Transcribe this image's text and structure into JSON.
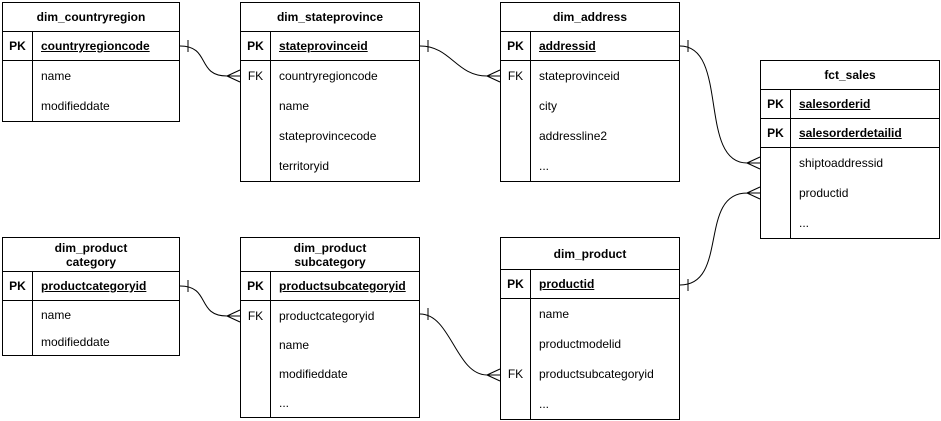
{
  "colors": {
    "border": "#000000",
    "background": "#ffffff",
    "text": "#000000"
  },
  "tables": {
    "countryregion": {
      "title": "dim_countryregion",
      "rows": [
        {
          "key": "PK",
          "field": "countryregioncode"
        },
        {
          "key": "",
          "field": "name"
        },
        {
          "key": "",
          "field": "modifieddate"
        }
      ]
    },
    "stateprovince": {
      "title": "dim_stateprovince",
      "rows": [
        {
          "key": "PK",
          "field": "stateprovinceid"
        },
        {
          "key": "FK",
          "field": "countryregioncode"
        },
        {
          "key": "",
          "field": "name"
        },
        {
          "key": "",
          "field": "stateprovincecode"
        },
        {
          "key": "",
          "field": "territoryid"
        }
      ]
    },
    "address": {
      "title": "dim_address",
      "rows": [
        {
          "key": "PK",
          "field": "addressid"
        },
        {
          "key": "FK",
          "field": "stateprovinceid"
        },
        {
          "key": "",
          "field": "city"
        },
        {
          "key": "",
          "field": "addressline2"
        },
        {
          "key": "",
          "field": "..."
        }
      ]
    },
    "fct_sales": {
      "title": "fct_sales",
      "rows": [
        {
          "key": "PK",
          "field": "salesorderid"
        },
        {
          "key": "PK",
          "field": "salesorderdetailid"
        },
        {
          "key": "",
          "field": "shiptoaddressid"
        },
        {
          "key": "",
          "field": "productid"
        },
        {
          "key": "",
          "field": "..."
        }
      ]
    },
    "product_category": {
      "title_line1": "dim_product",
      "title_line2": "category",
      "rows": [
        {
          "key": "PK",
          "field": "productcategoryid"
        },
        {
          "key": "",
          "field": "name"
        },
        {
          "key": "",
          "field": "modifieddate"
        }
      ]
    },
    "product_subcategory": {
      "title_line1": "dim_product",
      "title_line2": "subcategory",
      "rows": [
        {
          "key": "PK",
          "field": "productsubcategoryid"
        },
        {
          "key": "FK",
          "field": "productcategoryid"
        },
        {
          "key": "",
          "field": "name"
        },
        {
          "key": "",
          "field": "modifieddate"
        },
        {
          "key": "",
          "field": "..."
        }
      ]
    },
    "product": {
      "title": "dim_product",
      "rows": [
        {
          "key": "PK",
          "field": "productid"
        },
        {
          "key": "",
          "field": "name"
        },
        {
          "key": "",
          "field": "productmodelid"
        },
        {
          "key": "FK",
          "field": "productsubcategoryid"
        },
        {
          "key": "",
          "field": "..."
        }
      ]
    }
  },
  "relationships": [
    {
      "from_table": "dim_countryregion",
      "from_field": "countryregioncode",
      "to_table": "dim_stateprovince",
      "to_field": "countryregioncode",
      "cardinality": "one-to-many"
    },
    {
      "from_table": "dim_stateprovince",
      "from_field": "stateprovinceid",
      "to_table": "dim_address",
      "to_field": "stateprovinceid",
      "cardinality": "one-to-many"
    },
    {
      "from_table": "dim_address",
      "from_field": "addressid",
      "to_table": "fct_sales",
      "to_field": "shiptoaddressid",
      "cardinality": "one-to-many"
    },
    {
      "from_table": "dim_product",
      "from_field": "productid",
      "to_table": "fct_sales",
      "to_field": "productid",
      "cardinality": "one-to-many"
    },
    {
      "from_table": "dim_product category",
      "from_field": "productcategoryid",
      "to_table": "dim_product subcategory",
      "to_field": "productcategoryid",
      "cardinality": "one-to-many"
    },
    {
      "from_table": "dim_product subcategory",
      "from_field": "productsubcategoryid",
      "to_table": "dim_product",
      "to_field": "productsubcategoryid",
      "cardinality": "one-to-many"
    }
  ]
}
